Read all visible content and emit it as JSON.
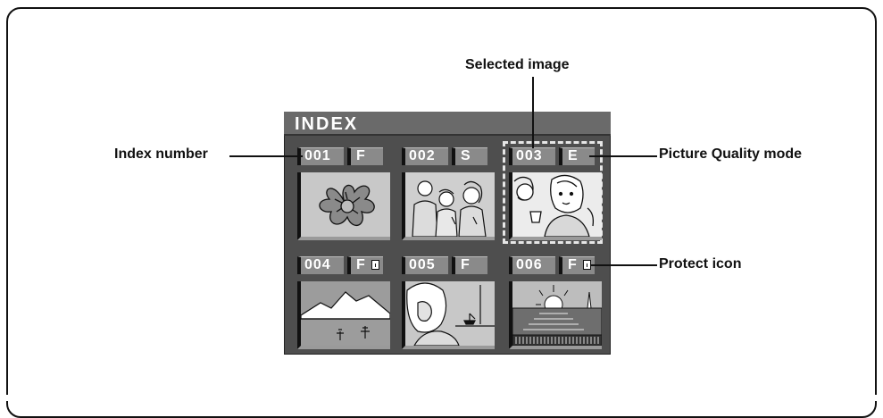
{
  "screen": {
    "title": "INDEX",
    "tiles": [
      {
        "index": "001",
        "quality": "F",
        "protected": false,
        "selected": false,
        "image": "flower"
      },
      {
        "index": "002",
        "quality": "S",
        "protected": false,
        "selected": false,
        "image": "group-of-people"
      },
      {
        "index": "003",
        "quality": "E",
        "protected": false,
        "selected": true,
        "image": "woman-with-cup"
      },
      {
        "index": "004",
        "quality": "F",
        "protected": true,
        "selected": false,
        "image": "mountains"
      },
      {
        "index": "005",
        "quality": "F",
        "protected": false,
        "selected": false,
        "image": "woman-at-seaside"
      },
      {
        "index": "006",
        "quality": "F",
        "protected": true,
        "selected": false,
        "image": "sunset-over-sea"
      }
    ]
  },
  "callouts": {
    "selected_image": "Selected image",
    "index_number": "Index number",
    "picture_quality_mode": "Picture Quality mode",
    "protect_icon": "Protect icon"
  },
  "colors": {
    "panel": "#4e4e4e",
    "header": "#6a6a6a",
    "label_box": "#8a8a8a",
    "thumbnail": "#c8c8c8",
    "selection_border": "#e6e6e6"
  }
}
